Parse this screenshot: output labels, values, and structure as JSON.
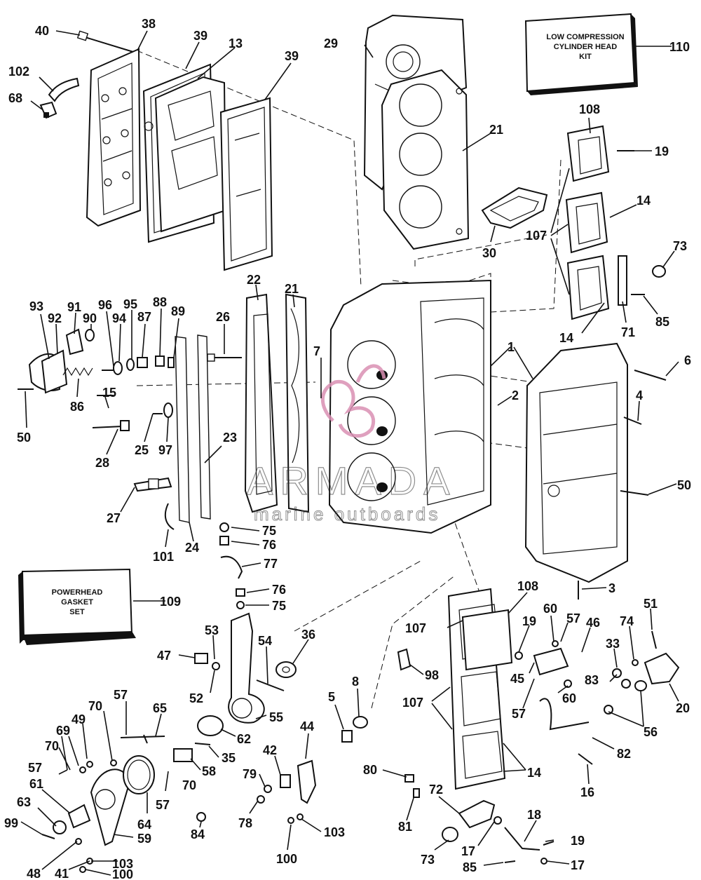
{
  "kit_boxes": {
    "low_compression": [
      "LOW COMPRESSION",
      "CYLINDER HEAD",
      "KIT"
    ],
    "powerhead_gasket": [
      "POWERHEAD",
      "GASKET",
      "SET"
    ]
  },
  "watermark": {
    "brand": "ARMADA",
    "tagline": "marine outboards"
  },
  "callouts": {
    "c40": "40",
    "c38": "38",
    "c39a": "39",
    "c13": "13",
    "c39b": "39",
    "c29": "29",
    "c21a": "21",
    "c110": "110",
    "c102": "102",
    "c68": "68",
    "c108a": "108",
    "c19a": "19",
    "c14a": "14",
    "c107a": "107",
    "c30": "30",
    "c73a": "73",
    "c85a": "85",
    "c71": "71",
    "c14b": "14",
    "c22": "22",
    "c21b": "21",
    "c93": "93",
    "c91": "91",
    "c96": "96",
    "c95": "95",
    "c88": "88",
    "c92": "92",
    "c90": "90",
    "c94": "94",
    "c87": "87",
    "c89": "89",
    "c26": "26",
    "c7": "7",
    "c1": "1",
    "c6": "6",
    "c86": "86",
    "c15": "15",
    "c50a": "50",
    "c25": "25",
    "c97": "97",
    "c28": "28",
    "c2": "2",
    "c4": "4",
    "c23": "23",
    "c50b": "50",
    "c27": "27",
    "c75a": "75",
    "c76a": "76",
    "c101": "101",
    "c24": "24",
    "c77": "77",
    "c3": "3",
    "c109": "109",
    "c76b": "76",
    "c75b": "75",
    "c108b": "108",
    "c107b": "107",
    "c19b": "19",
    "c60a": "60",
    "c57a": "57",
    "c46": "46",
    "c74": "74",
    "c51": "51",
    "c53": "53",
    "c47": "47",
    "c54": "54",
    "c36": "36",
    "c33": "33",
    "c98": "98",
    "c45": "45",
    "c52": "52",
    "c8": "8",
    "c5": "5",
    "c107c": "107",
    "c60b": "60",
    "c83": "83",
    "c20": "20",
    "c57b": "57",
    "c56": "56",
    "c55": "55",
    "c57c": "57",
    "c65": "65",
    "c70a": "70",
    "c49": "49",
    "c69": "69",
    "c62": "62",
    "c44": "44",
    "c82": "82",
    "c70b": "70",
    "c35": "35",
    "c42": "42",
    "c57d": "57",
    "c58": "58",
    "c80": "80",
    "c14c": "14",
    "c61": "61",
    "c70c": "70",
    "c79": "79",
    "c16": "16",
    "c72": "72",
    "c63": "63",
    "c57e": "57",
    "c78": "78",
    "c18": "18",
    "c99": "99",
    "c64": "64",
    "c81": "81",
    "c84": "84",
    "c103a": "103",
    "c19c": "19",
    "c59": "59",
    "c17a": "17",
    "c100a": "100",
    "c73b": "73",
    "c48": "48",
    "c103b": "103",
    "c41": "41",
    "c100b": "100",
    "c85b": "85",
    "c17b": "17"
  }
}
